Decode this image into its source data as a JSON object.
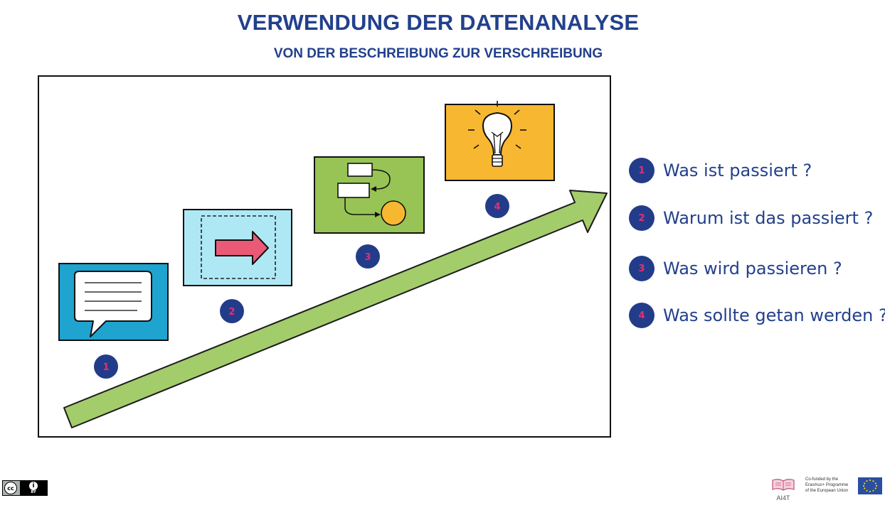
{
  "header": {
    "title": "VERWENDUNG DER DATENANALYSE",
    "subtitle": "VON DER BESCHREIBUNG ZUR VERSCHREIBUNG"
  },
  "diagram": {
    "steps": [
      {
        "number": "1",
        "icon": "speech-bubble-icon",
        "color": "#1fa3cf"
      },
      {
        "number": "2",
        "icon": "arrow-right-icon",
        "color": "#aee8f5"
      },
      {
        "number": "3",
        "icon": "flowchart-icon",
        "color": "#97c455"
      },
      {
        "number": "4",
        "icon": "lightbulb-icon",
        "color": "#f7b730"
      }
    ],
    "arrow_color": "#a3cc6b"
  },
  "legend": {
    "items": [
      {
        "number": "1",
        "label": "Was ist passiert ?"
      },
      {
        "number": "2",
        "label": "Warum ist das passiert ?"
      },
      {
        "number": "3",
        "label": "Was wird passieren ?"
      },
      {
        "number": "4",
        "label": "Was sollte getan werden ?"
      }
    ]
  },
  "footer": {
    "license_cc": "cc",
    "license_by": "BY",
    "ai4t_label": "AI4T",
    "cofunded_lines": [
      "Co-funded by the",
      "Erasmus+ Programme",
      "of the European Union"
    ]
  },
  "colors": {
    "title": "#22408c",
    "badge": "#233c8a",
    "badge_number": "#e0307a"
  }
}
